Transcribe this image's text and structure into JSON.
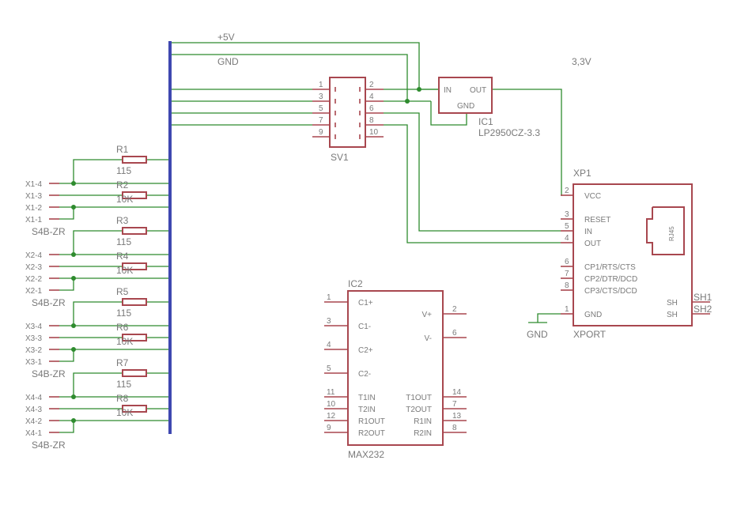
{
  "nets": {
    "vcc": "+5V",
    "gnd": "GND",
    "v33": "3,3V",
    "gnd_sym": "GND"
  },
  "left_connectors": [
    {
      "pins": [
        "X1-4",
        "X1-3",
        "X1-2",
        "X1-1"
      ],
      "part": "S4B-ZR",
      "r_a": "R1",
      "r_a_val": "115",
      "r_b": "R2",
      "r_b_val": "10K"
    },
    {
      "pins": [
        "X2-4",
        "X2-3",
        "X2-2",
        "X2-1"
      ],
      "part": "S4B-ZR",
      "r_a": "R3",
      "r_a_val": "115",
      "r_b": "R4",
      "r_b_val": "10K"
    },
    {
      "pins": [
        "X3-4",
        "X3-3",
        "X3-2",
        "X3-1"
      ],
      "part": "S4B-ZR",
      "r_a": "R5",
      "r_a_val": "115",
      "r_b": "R6",
      "r_b_val": "10K"
    },
    {
      "pins": [
        "X4-4",
        "X4-3",
        "X4-2",
        "X4-1"
      ],
      "part": "S4B-ZR",
      "r_a": "R7",
      "r_a_val": "115",
      "r_b": "R8",
      "r_b_val": "10K"
    }
  ],
  "sv1": {
    "name": "SV1",
    "pins_left": [
      "1",
      "3",
      "5",
      "7",
      "9"
    ],
    "pins_right": [
      "2",
      "4",
      "6",
      "8",
      "10"
    ]
  },
  "ic1": {
    "name": "IC1",
    "part": "LP2950CZ-3.3",
    "in": "IN",
    "out": "OUT",
    "gnd": "GND"
  },
  "xp1": {
    "name": "XP1",
    "part": "XPORT",
    "rj45": "RJ45",
    "pins": [
      {
        "num": "2",
        "label": "VCC"
      },
      {
        "num": "3",
        "label": "RESET"
      },
      {
        "num": "5",
        "label": "IN"
      },
      {
        "num": "4",
        "label": "OUT"
      },
      {
        "num": "6",
        "label": "CP1/RTS/CTS"
      },
      {
        "num": "7",
        "label": "CP2/DTR/DCD"
      },
      {
        "num": "8",
        "label": "CP3/CTS/DCD"
      },
      {
        "num": "1",
        "label": "GND"
      }
    ],
    "sh_labels": [
      "SH",
      "SH"
    ],
    "sh_pins": [
      "SH1",
      "SH2"
    ]
  },
  "ic2": {
    "name": "IC2",
    "part": "MAX232",
    "left_pins": [
      {
        "num": "1",
        "label": "C1+"
      },
      {
        "num": "3",
        "label": "C1-"
      },
      {
        "num": "4",
        "label": "C2+"
      },
      {
        "num": "5",
        "label": "C2-"
      },
      {
        "num": "11",
        "label": "T1IN"
      },
      {
        "num": "10",
        "label": "T2IN"
      },
      {
        "num": "12",
        "label": "R1OUT"
      },
      {
        "num": "9",
        "label": "R2OUT"
      }
    ],
    "right_pins": [
      {
        "num": "2",
        "label": "V+"
      },
      {
        "num": "6",
        "label": "V-"
      },
      {
        "num": "14",
        "label": "T1OUT"
      },
      {
        "num": "7",
        "label": "T2OUT"
      },
      {
        "num": "13",
        "label": "R1IN"
      },
      {
        "num": "8",
        "label": "R2IN"
      }
    ]
  }
}
